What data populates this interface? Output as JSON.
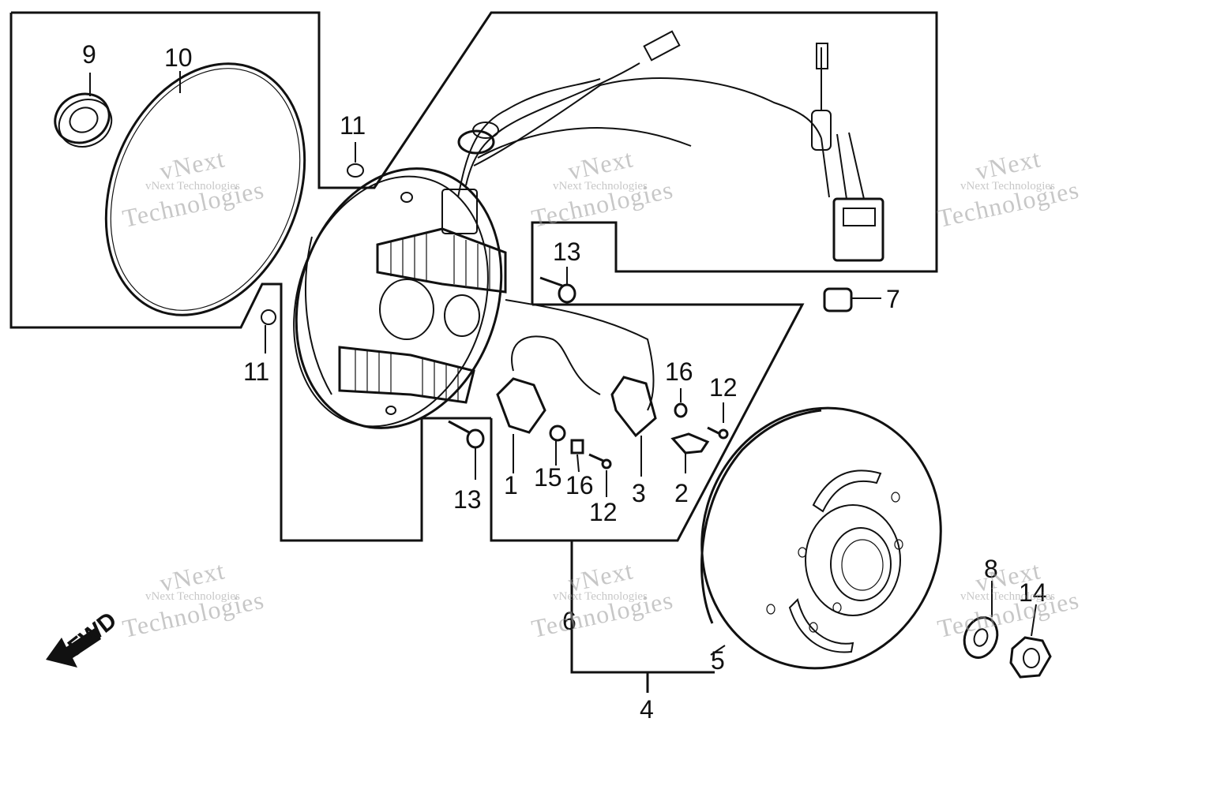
{
  "callouts": {
    "c1": "1",
    "c2": "2",
    "c3": "3",
    "c4": "4",
    "c5": "5",
    "c6": "6",
    "c7": "7",
    "c8": "8",
    "c9": "9",
    "c10": "10",
    "c11a": "11",
    "c11b": "11",
    "c12a": "12",
    "c12b": "12",
    "c13a": "13",
    "c13b": "13",
    "c14": "14",
    "c15": "15",
    "c16a": "16",
    "c16b": "16"
  },
  "direction_label": "FWD",
  "watermark": {
    "line1": "vNext Technologies",
    "word1": "vNext",
    "word2": "Technologies"
  },
  "colors": {
    "ink": "#111111",
    "watermark": "#9a9a9a",
    "background": "#ffffff"
  }
}
